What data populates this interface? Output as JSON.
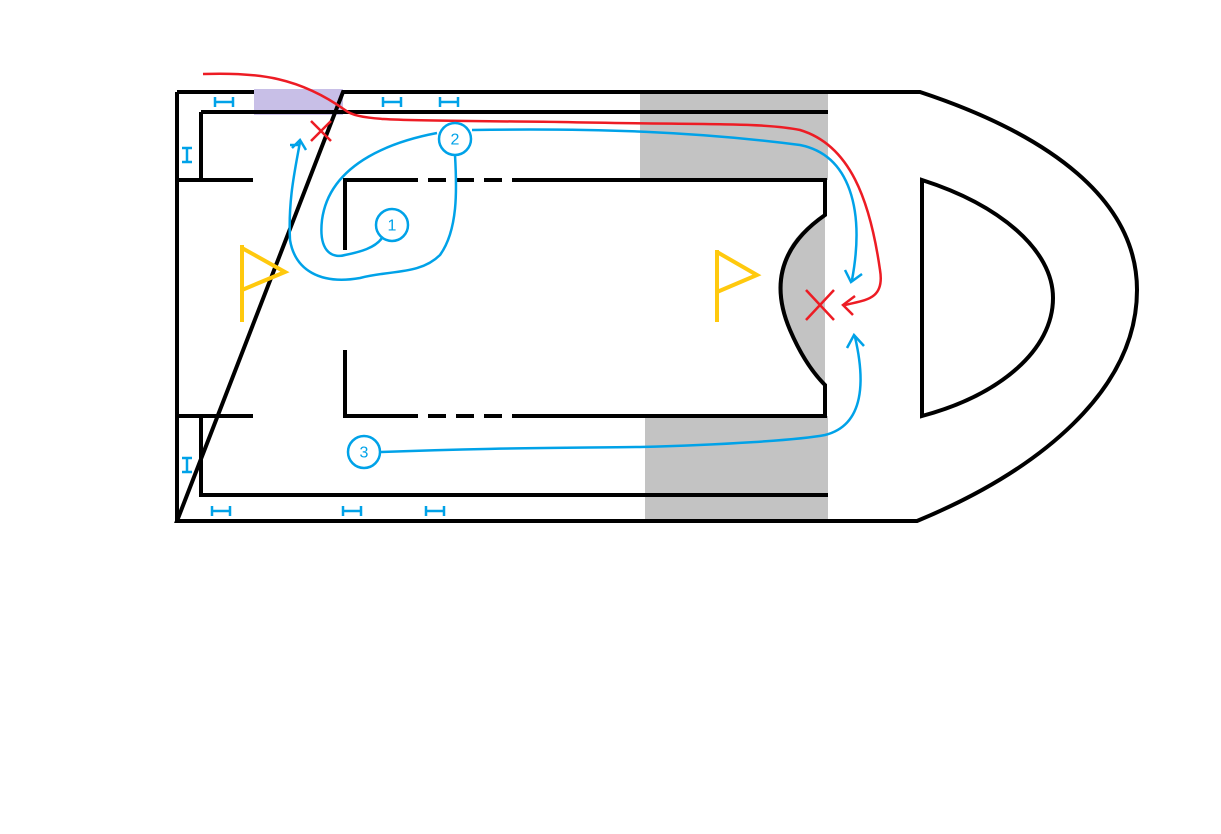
{
  "colors": {
    "walls": "#000000",
    "zone": "#c3c3c3",
    "spawn": "#c8bfe7",
    "flag": "#ffc90e",
    "blue_route": "#00a2e8",
    "red_route": "#ed1c24"
  },
  "routes": [
    {
      "label": "1",
      "color": "#00a2e8"
    },
    {
      "label": "2",
      "color": "#00a2e8"
    },
    {
      "label": "3",
      "color": "#00a2e8"
    }
  ]
}
